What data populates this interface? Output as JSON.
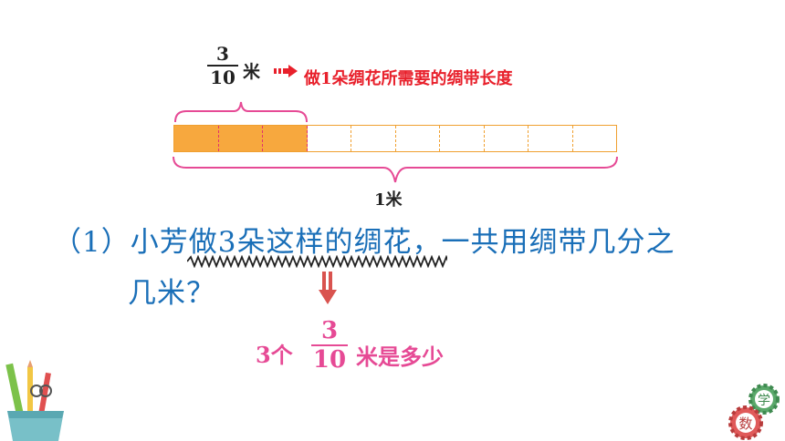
{
  "top_label": {
    "fraction": {
      "numerator": "3",
      "denominator": "10"
    },
    "unit": "米",
    "description": "做1朵绸花所需要的绸带长度"
  },
  "strip": {
    "total_parts": 10,
    "filled_parts": 3,
    "total_label": "1米"
  },
  "question": {
    "line1": "（1）小芳做3朵这样的绸花，一共用绸带几分之",
    "line2": "几米？"
  },
  "bottom": {
    "prefix": "3个",
    "fraction": {
      "numerator": "3",
      "denominator": "10"
    },
    "suffix": "米是多少"
  },
  "decor": {
    "gear_top_char": "学",
    "gear_bottom_char": "数"
  },
  "colors": {
    "red": "#e8202b",
    "blue": "#1a6fb8",
    "pink": "#e64a95",
    "orange": "#f7a83e"
  }
}
